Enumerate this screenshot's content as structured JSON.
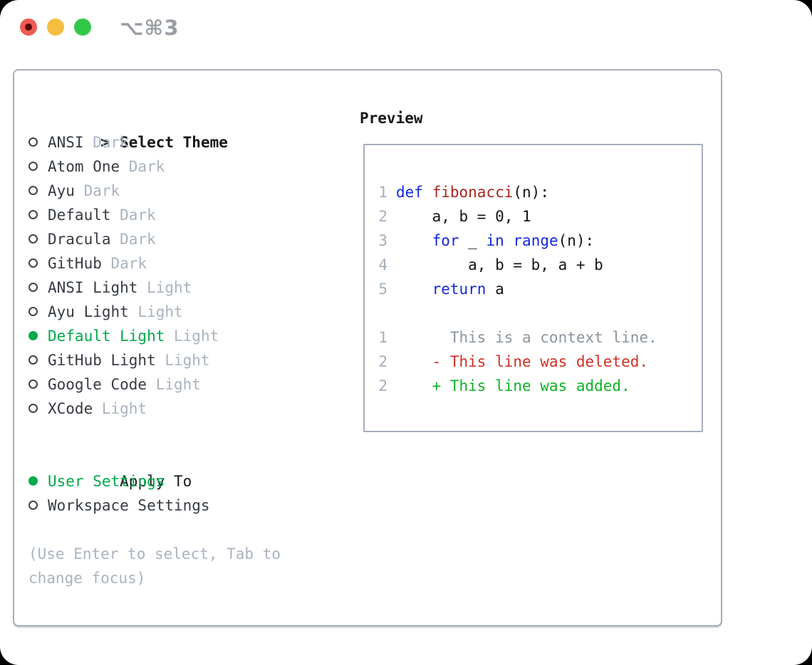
{
  "titlebar": {
    "shortcut": "⌥⌘3",
    "buttons": [
      "close-button",
      "minimize-button",
      "zoom-button"
    ]
  },
  "colors": {
    "selection_green": "#00A94B",
    "diff_added_green": "#0DB224",
    "diff_deleted_red": "#CE2F24",
    "keyword_blue": "#1428DC",
    "function_red": "#A9261D",
    "muted_gray": "#A9B3BF",
    "panel_border": "#A6AEBA",
    "traffic_red": "#F15B52",
    "traffic_yellow": "#F5BE40",
    "traffic_green": "#31C748"
  },
  "theme_panel": {
    "cursor": ">",
    "header": "Select Theme",
    "items": [
      {
        "name": "ANSI",
        "tag": "Dark",
        "selected": false
      },
      {
        "name": "Atom One",
        "tag": "Dark",
        "selected": false
      },
      {
        "name": "Ayu",
        "tag": "Dark",
        "selected": false
      },
      {
        "name": "Default",
        "tag": "Dark",
        "selected": false
      },
      {
        "name": "Dracula",
        "tag": "Dark",
        "selected": false
      },
      {
        "name": "GitHub",
        "tag": "Dark",
        "selected": false
      },
      {
        "name": "ANSI Light",
        "tag": "Light",
        "selected": false
      },
      {
        "name": "Ayu Light",
        "tag": "Light",
        "selected": false
      },
      {
        "name": "Default Light",
        "tag": "Light",
        "selected": true
      },
      {
        "name": "GitHub Light",
        "tag": "Light",
        "selected": false
      },
      {
        "name": "Google Code",
        "tag": "Light",
        "selected": false
      },
      {
        "name": "XCode",
        "tag": "Light",
        "selected": false
      }
    ],
    "apply_to": {
      "header": "Apply To",
      "options": [
        {
          "label": "User Settings",
          "selected": true
        },
        {
          "label": "Workspace Settings",
          "selected": false
        }
      ]
    },
    "help_lines": [
      "(Use Enter to select, Tab to",
      "change focus)"
    ]
  },
  "preview": {
    "header": "Preview",
    "lines": [
      {
        "number": "1",
        "tokens": [
          [
            "def",
            "kw"
          ],
          [
            " ",
            "pl"
          ],
          [
            "fibonacci",
            "fn"
          ],
          [
            "(n):",
            "pl"
          ]
        ]
      },
      {
        "number": "2",
        "tokens": [
          [
            "    a, b = 0, 1",
            "pl"
          ]
        ]
      },
      {
        "number": "3",
        "tokens": [
          [
            "    ",
            "pl"
          ],
          [
            "for",
            "kw"
          ],
          [
            " _ ",
            "pl"
          ],
          [
            "in",
            "kw"
          ],
          [
            " ",
            "pl"
          ],
          [
            "range",
            "kw"
          ],
          [
            "(n):",
            "pl"
          ]
        ]
      },
      {
        "number": "4",
        "tokens": [
          [
            "        a, b = b, a + b",
            "pl"
          ]
        ]
      },
      {
        "number": "5",
        "tokens": [
          [
            "    ",
            "pl"
          ],
          [
            "return",
            "kw"
          ],
          [
            " a",
            "pl"
          ]
        ]
      },
      {
        "number": "",
        "tokens": []
      },
      {
        "number": "1",
        "tokens": [
          [
            "      This is a context line.",
            "ctx"
          ]
        ]
      },
      {
        "number": "2",
        "tokens": [
          [
            "    - This line was deleted.",
            "del"
          ]
        ]
      },
      {
        "number": "2",
        "tokens": [
          [
            "    + This line was added.",
            "add"
          ]
        ]
      }
    ]
  }
}
